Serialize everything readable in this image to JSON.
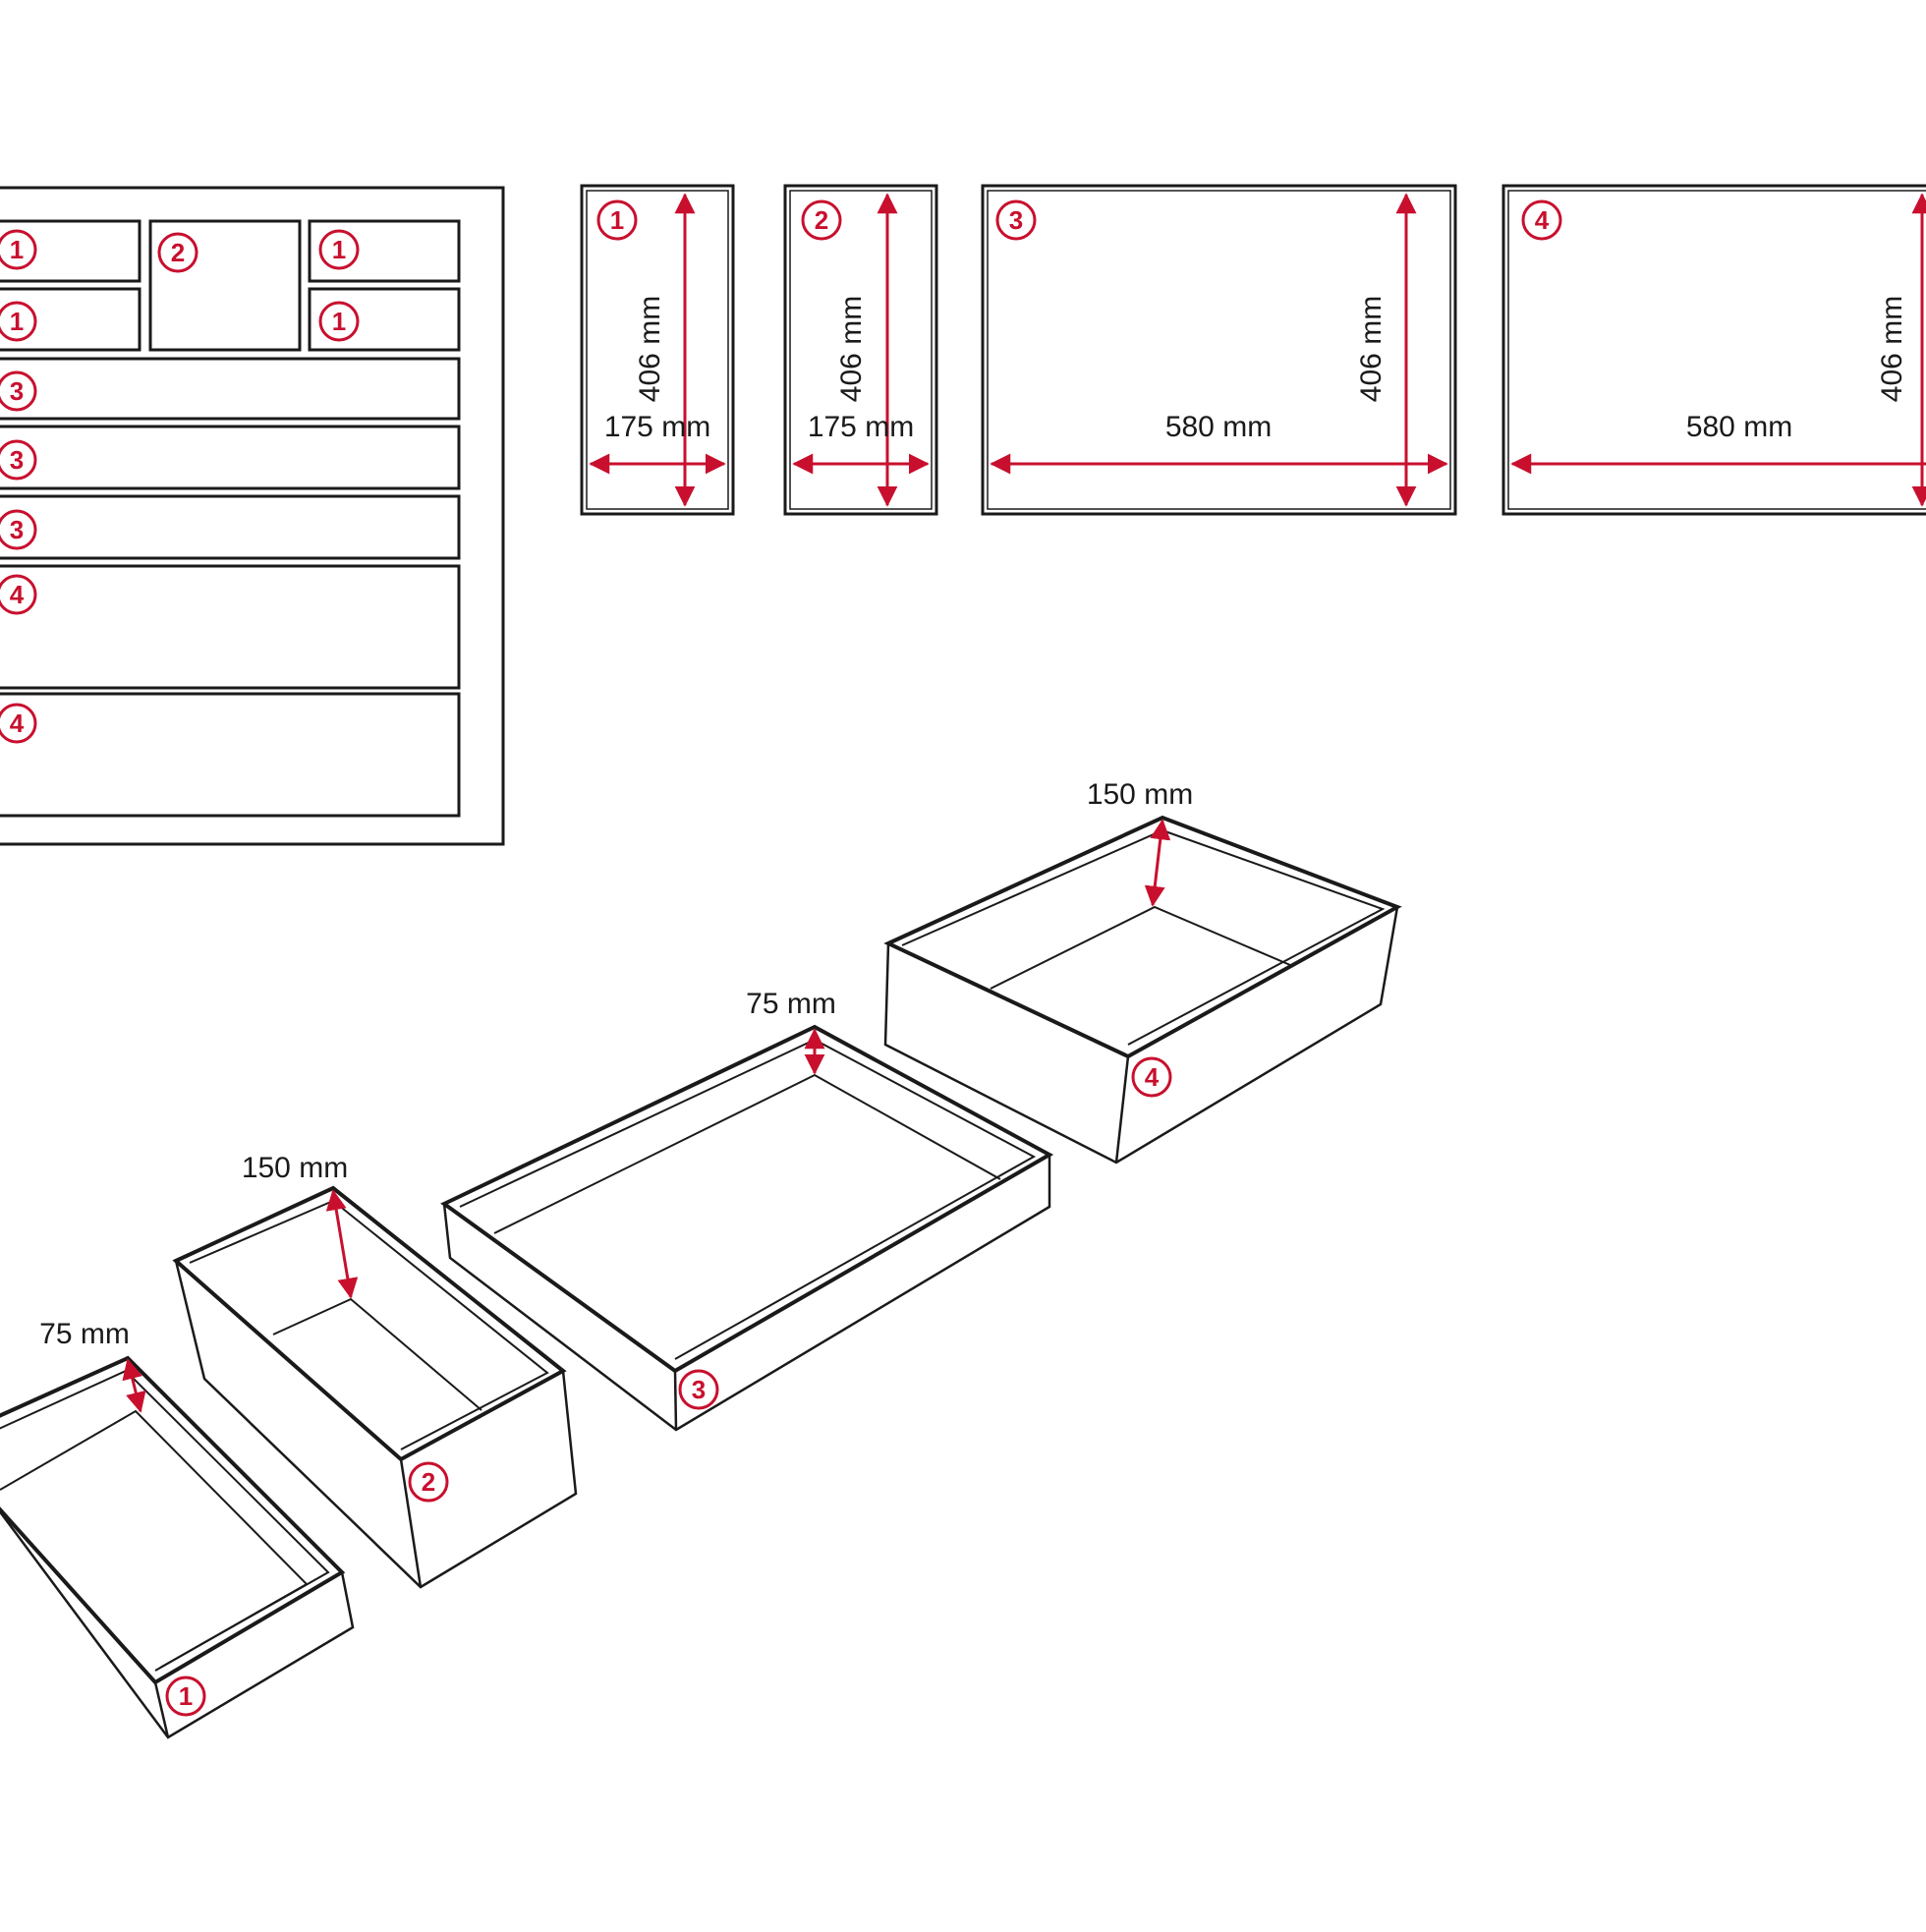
{
  "colors": {
    "line": "#1a1a1a",
    "accent": "#c8102e",
    "background": "#ffffff"
  },
  "icons": {
    "dimension_arrow": "double-headed-arrow-icon"
  },
  "layout_plan": {
    "cells": [
      {
        "label": "1"
      },
      {
        "label": "1"
      },
      {
        "label": "2"
      },
      {
        "label": "1"
      },
      {
        "label": "1"
      },
      {
        "label": "3"
      },
      {
        "label": "3"
      },
      {
        "label": "3"
      },
      {
        "label": "4"
      },
      {
        "label": "4"
      }
    ]
  },
  "footprints": [
    {
      "label": "1",
      "height_text": "406 mm",
      "width_text": "175 mm"
    },
    {
      "label": "2",
      "height_text": "406 mm",
      "width_text": "175 mm"
    },
    {
      "label": "3",
      "height_text": "406 mm",
      "width_text": "580 mm"
    },
    {
      "label": "4",
      "height_text": "406 mm",
      "width_text": "580 mm"
    }
  ],
  "trays": [
    {
      "label": "1",
      "depth_text": "75 mm"
    },
    {
      "label": "2",
      "depth_text": "150 mm"
    },
    {
      "label": "3",
      "depth_text": "75 mm"
    },
    {
      "label": "4",
      "depth_text": "150 mm"
    }
  ]
}
